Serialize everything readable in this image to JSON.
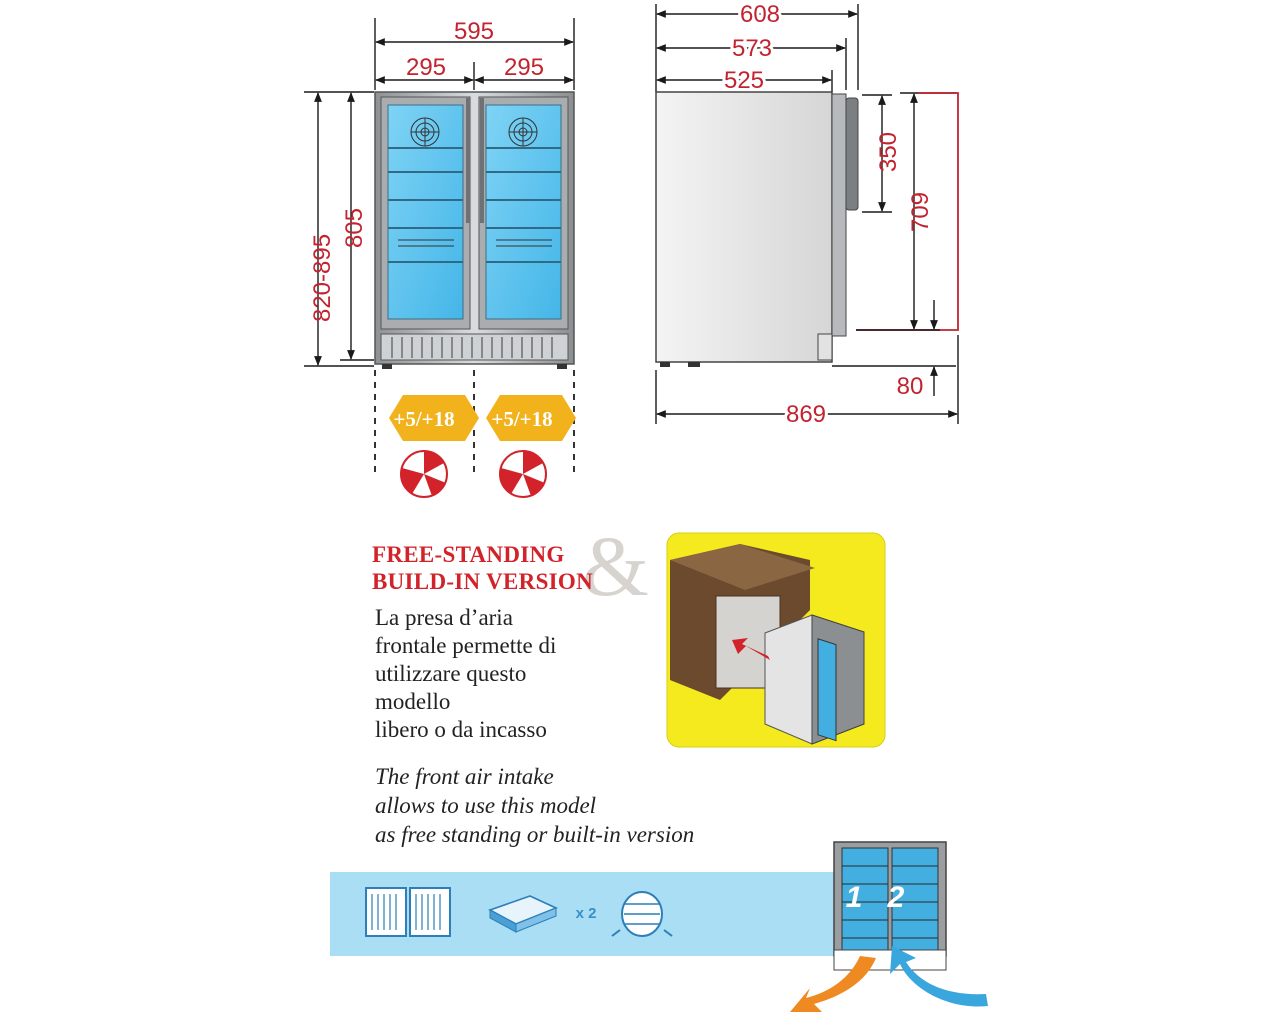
{
  "front_view": {
    "width_total": "595",
    "width_left": "295",
    "width_right": "295",
    "height_range": "820-895",
    "height_body": "805"
  },
  "side_view": {
    "depth_total": "608",
    "depth_door": "573",
    "depth_body": "525",
    "handle_height": "350",
    "opening_height": "709",
    "base_height": "80",
    "depth_open": "869"
  },
  "temperature_zones": [
    {
      "label": "+5/+18"
    },
    {
      "label": "+5/+18"
    }
  ],
  "heading": {
    "line1": "FREE-STANDING",
    "line2": "BUILD-IN VERSION",
    "ampersand": "&"
  },
  "description_it": [
    "La presa d’aria",
    "frontale permette di",
    "utilizzare questo",
    "modello",
    "libero o da incasso"
  ],
  "description_en": [
    "The front air intake",
    "allows to use this model",
    "as free standing or built-in version"
  ],
  "feature_bar": {
    "controller_count": "x 2",
    "zone_labels": [
      "1",
      "2"
    ]
  },
  "colors": {
    "dimension_text": "#c3232f",
    "heading_red": "#d2232a",
    "glass_blue": "#5fc3ee",
    "badge_yellow": "#f2b21c",
    "feature_bar": "#a9def4",
    "build_in_bg": "#f4ea1e",
    "cabinet_wood": "#6b4a2e",
    "arrow_orange": "#ef8a22",
    "arrow_blue": "#3aa6de"
  }
}
